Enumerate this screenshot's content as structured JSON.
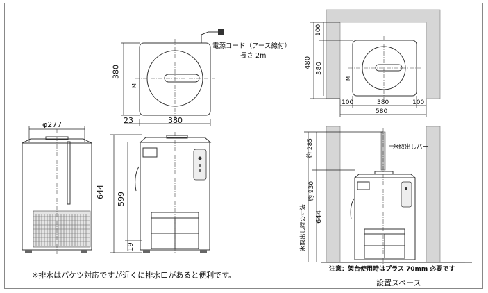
{
  "top_view": {
    "dim_depth": "380",
    "dim_width": "380",
    "dim_offset": "23",
    "mark": "M"
  },
  "cord_label": {
    "line1": "電源コード（アース線付）",
    "line2": "長さ 2m"
  },
  "side_view": {
    "dim_diameter": "φ277"
  },
  "front_view": {
    "dim_total": "644",
    "dim_body": "599",
    "dim_foot": "19"
  },
  "space_top": {
    "dim_back": "100",
    "dim_total_depth": "480",
    "dim_depth": "380",
    "dim_left": "100",
    "dim_width": "380",
    "dim_right": "100",
    "dim_total_width": "580",
    "mark": "M"
  },
  "space_front": {
    "dim_extra": "約 285",
    "dim_total": "約 930",
    "dim_body": "644",
    "vertical_label": "氷取出し時の寸法",
    "bar_label": "氷取出しバー",
    "note": "注意：架台使用時はプラス 70mm 必要です",
    "title": "設置スペース"
  },
  "footnote": "※排水はバケツ対応ですが近くに排水口があると便利です。"
}
